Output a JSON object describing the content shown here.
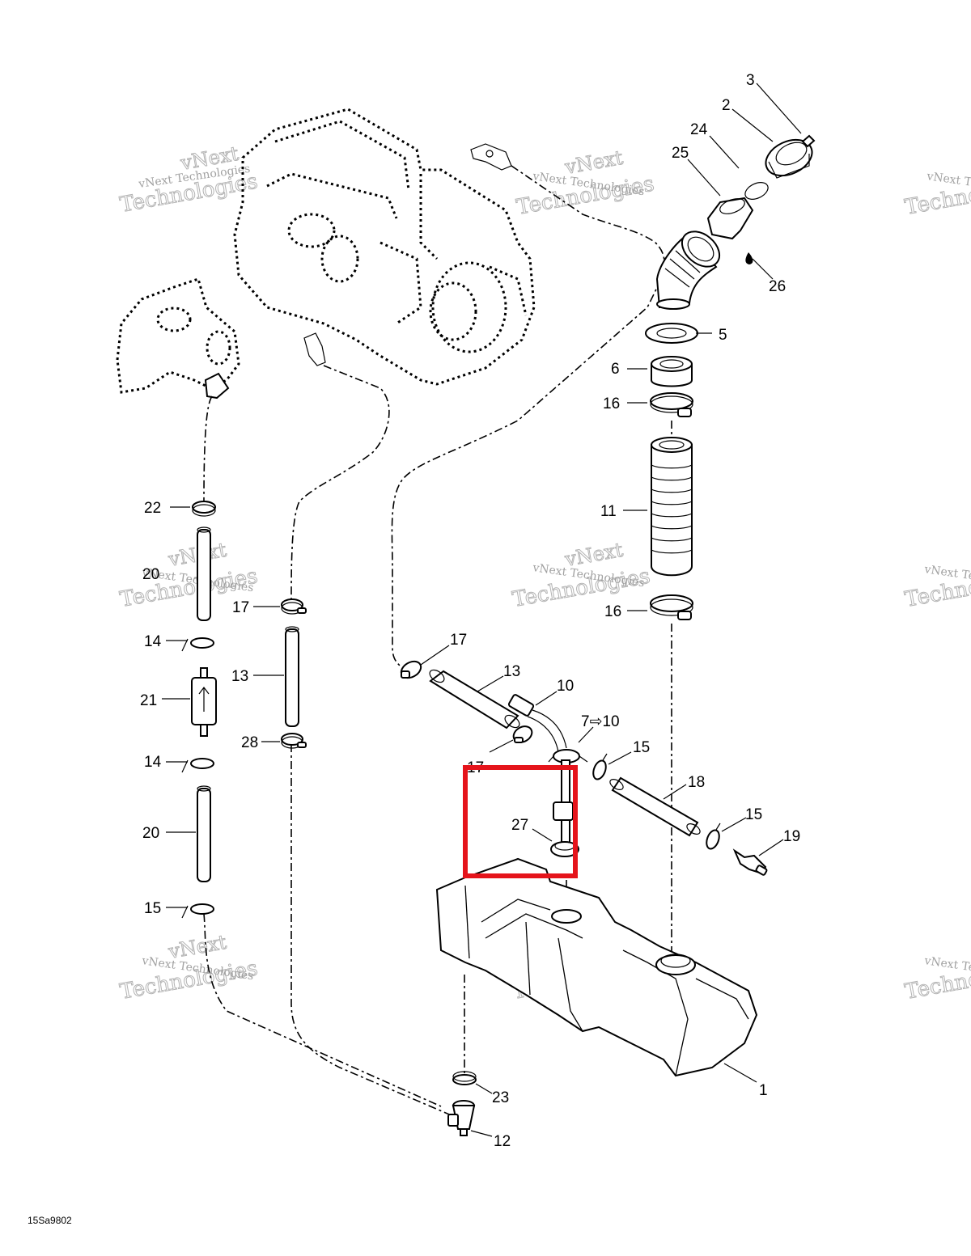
{
  "diagram_code": "15Sa9802",
  "watermark": {
    "line1": "vNext Technologies",
    "line2": "Technologies",
    "brand": "vNext"
  },
  "callouts": {
    "c1": "1",
    "c2": "2",
    "c3": "3",
    "c5": "5",
    "c6": "6",
    "c7to10": "7⇨10",
    "c10": "10",
    "c11": "11",
    "c12": "12",
    "c13a": "13",
    "c13b": "13",
    "c14a": "14",
    "c14b": "14",
    "c15a": "15",
    "c15b": "15",
    "c15c": "15",
    "c16a": "16",
    "c16b": "16",
    "c17a": "17",
    "c17b": "17",
    "c17c": "17",
    "c18": "18",
    "c19": "19",
    "c20a": "20",
    "c20b": "20",
    "c21": "21",
    "c22": "22",
    "c23": "23",
    "c24": "24",
    "c25": "25",
    "c26": "26",
    "c27": "27",
    "c28": "28"
  },
  "highlight": {
    "color": "#e5141b",
    "part": "27"
  }
}
